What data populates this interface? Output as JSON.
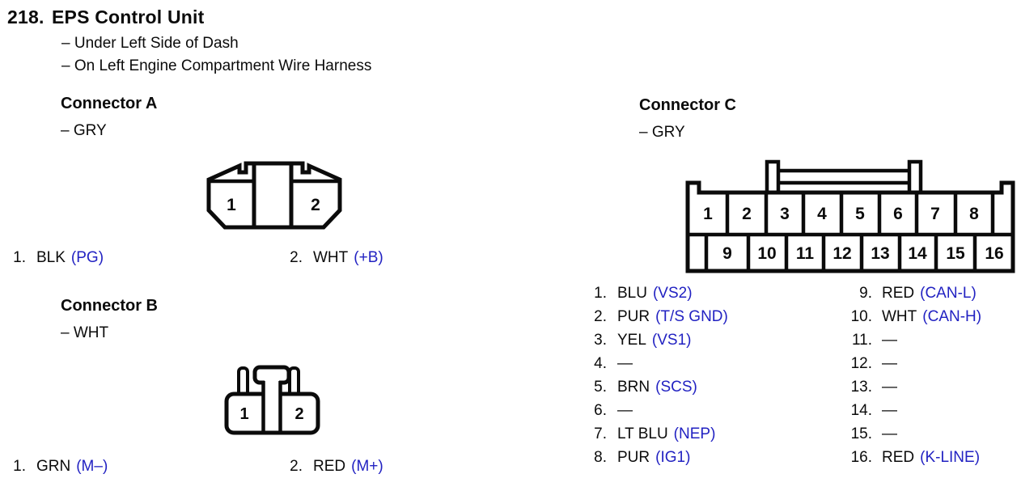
{
  "page": {
    "number": "218.",
    "title": "EPS Control Unit",
    "locations": [
      "– Under Left Side of Dash",
      "– On Left Engine Compartment Wire Harness"
    ]
  },
  "colors": {
    "signal_blue": "#2222c2",
    "ink": "#0b0b0b",
    "background": "#ffffff"
  },
  "connector_a": {
    "title": "Connector A",
    "color_note": "– GRY",
    "cavities": [
      "1",
      "2"
    ],
    "pins": [
      {
        "num": "1.",
        "wire": "BLK",
        "signal": "(PG)"
      },
      {
        "num": "2.",
        "wire": "WHT",
        "signal": "(+B)"
      }
    ]
  },
  "connector_b": {
    "title": "Connector B",
    "color_note": "– WHT",
    "cavities": [
      "1",
      "2"
    ],
    "pins": [
      {
        "num": "1.",
        "wire": "GRN",
        "signal": "(M–)"
      },
      {
        "num": "2.",
        "wire": "RED",
        "signal": "(M+)"
      }
    ]
  },
  "connector_c": {
    "title": "Connector C",
    "color_note": "– GRY",
    "cavities_top": [
      "1",
      "2",
      "3",
      "4",
      "5",
      "6",
      "7",
      "8"
    ],
    "cavities_bottom": [
      "9",
      "10",
      "11",
      "12",
      "13",
      "14",
      "15",
      "16"
    ],
    "pins_left": [
      {
        "num": "1.",
        "wire": "BLU",
        "signal": "(VS2)"
      },
      {
        "num": "2.",
        "wire": "PUR",
        "signal": "(T/S GND)"
      },
      {
        "num": "3.",
        "wire": "YEL",
        "signal": "(VS1)"
      },
      {
        "num": "4.",
        "wire": "—",
        "signal": ""
      },
      {
        "num": "5.",
        "wire": "BRN",
        "signal": "(SCS)"
      },
      {
        "num": "6.",
        "wire": "—",
        "signal": ""
      },
      {
        "num": "7.",
        "wire": "LT BLU",
        "signal": "(NEP)"
      },
      {
        "num": "8.",
        "wire": "PUR",
        "signal": "(IG1)"
      }
    ],
    "pins_right": [
      {
        "num": "9.",
        "wire": "RED",
        "signal": "(CAN-L)"
      },
      {
        "num": "10.",
        "wire": "WHT",
        "signal": "(CAN-H)"
      },
      {
        "num": "11.",
        "wire": "—",
        "signal": ""
      },
      {
        "num": "12.",
        "wire": "—",
        "signal": ""
      },
      {
        "num": "13.",
        "wire": "—",
        "signal": ""
      },
      {
        "num": "14.",
        "wire": "—",
        "signal": ""
      },
      {
        "num": "15.",
        "wire": "—",
        "signal": ""
      },
      {
        "num": "16.",
        "wire": "RED",
        "signal": "(K-LINE)"
      }
    ]
  }
}
